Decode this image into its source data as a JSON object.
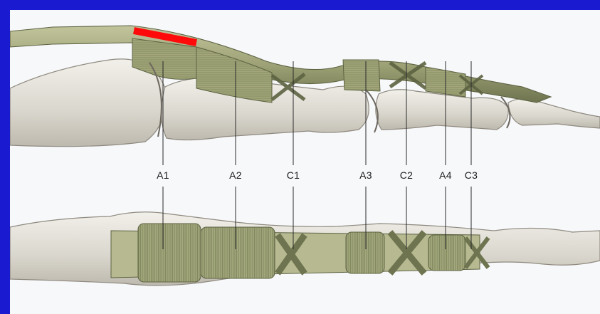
{
  "figure": {
    "background_color": "#1a1ad0",
    "panel_color": "#f7f8fa",
    "bone_color": "#e6e3dc",
    "tendon_color": "#a9ad84",
    "sheath_color": "#8c9468",
    "highlight_color": "#ff0a0a",
    "pulleys": [
      {
        "label": "A1"
      },
      {
        "label": "A2"
      },
      {
        "label": "C1"
      },
      {
        "label": "A3"
      },
      {
        "label": "C2"
      },
      {
        "label": "A4"
      },
      {
        "label": "C3"
      }
    ]
  }
}
